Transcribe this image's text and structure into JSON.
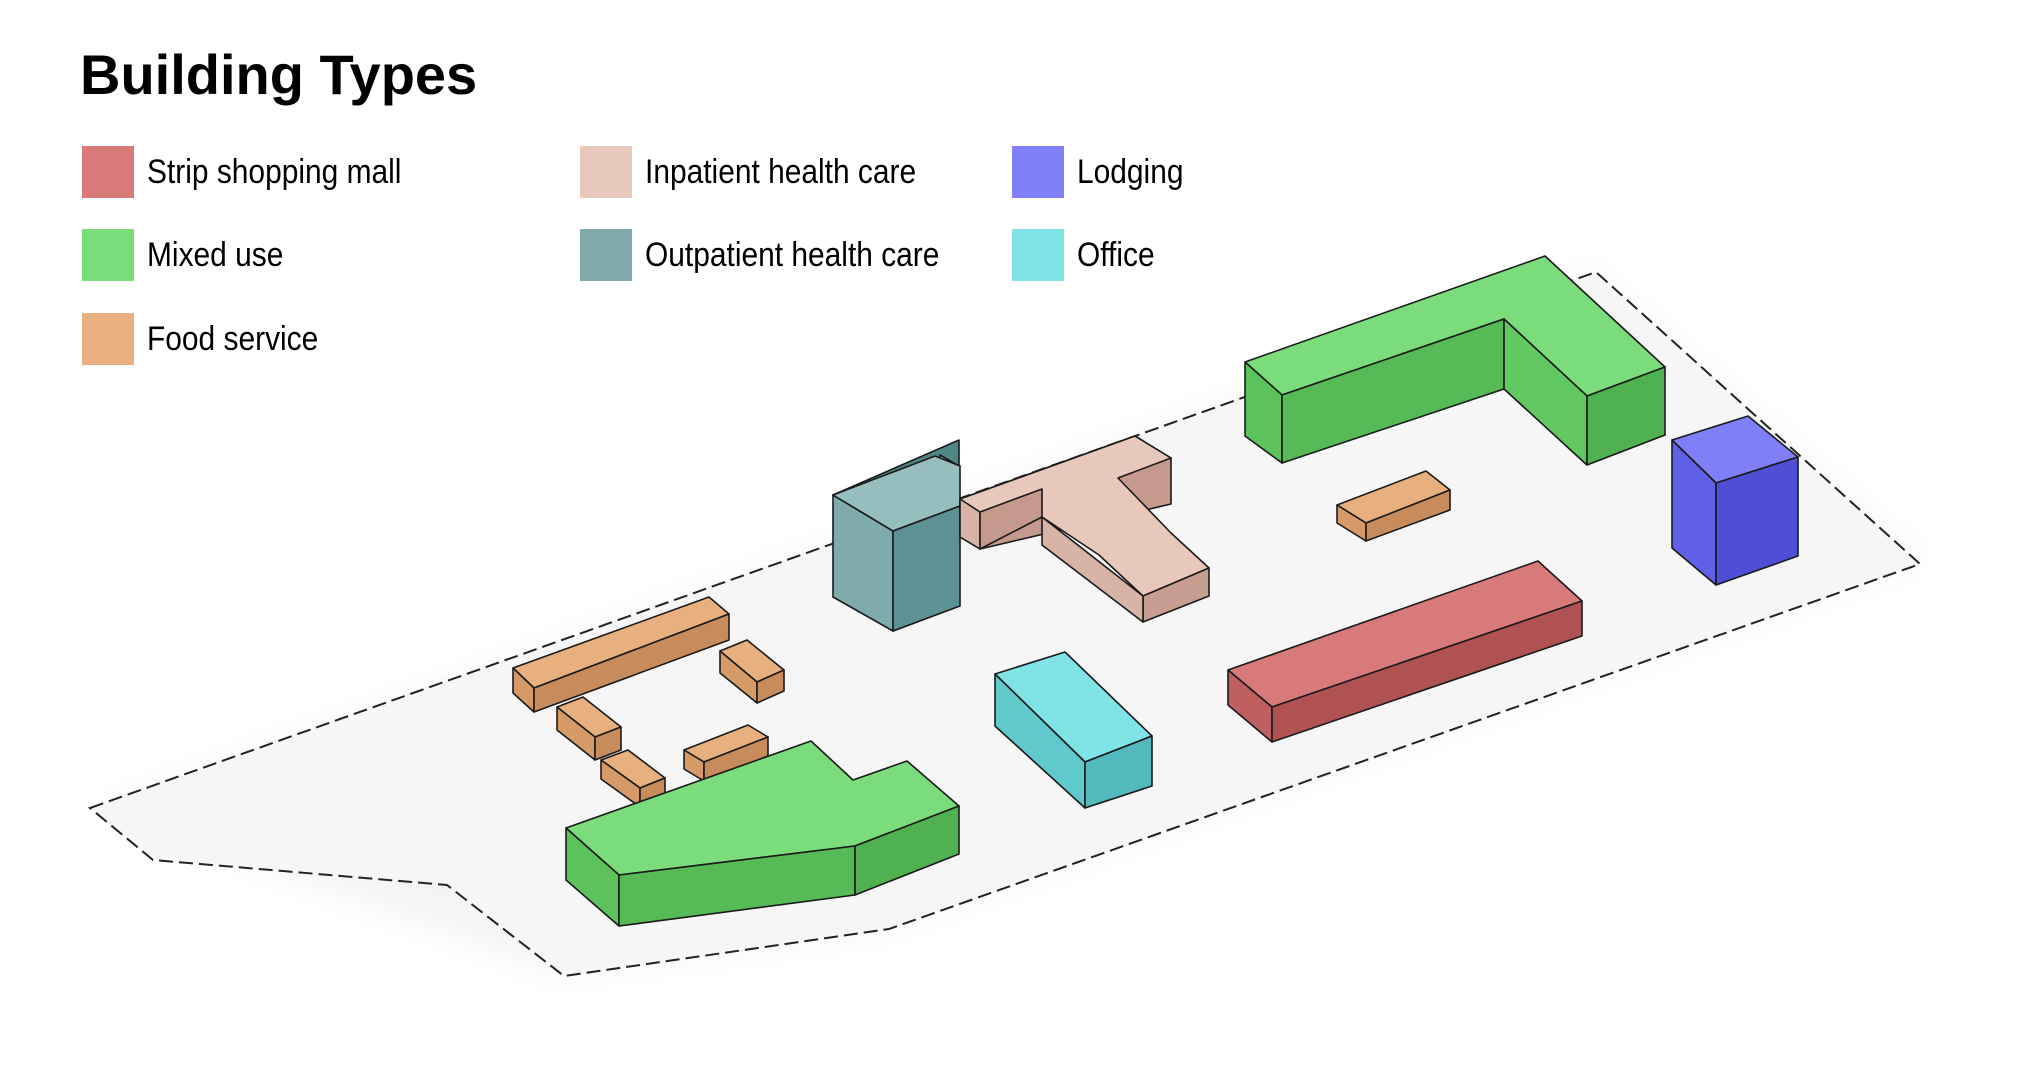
{
  "title": "Building Types",
  "legend": [
    {
      "label": "Strip shopping mall",
      "color": "#d87a7a"
    },
    {
      "label": "Mixed use",
      "color": "#7bdc7b"
    },
    {
      "label": "Food service",
      "color": "#e8b07f"
    },
    {
      "label": "Inpatient health care",
      "color": "#e8c8ba"
    },
    {
      "label": "Outpatient health care",
      "color": "#80abad"
    },
    {
      "label": "Lodging",
      "color": "#7f7ff8"
    },
    {
      "label": "Office",
      "color": "#80e3e6"
    }
  ]
}
